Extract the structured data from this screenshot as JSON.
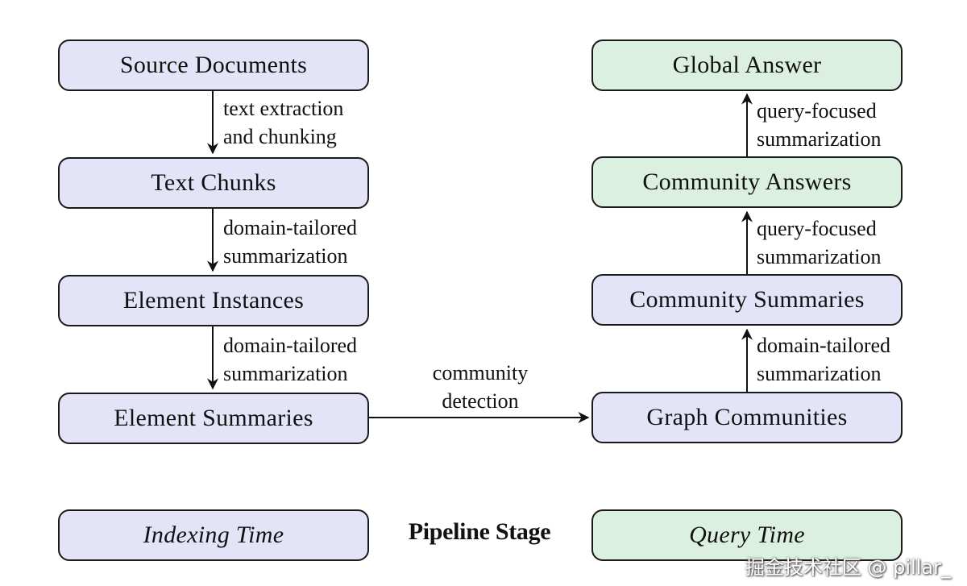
{
  "indexing": {
    "nodes": {
      "source_documents": "Source Documents",
      "text_chunks": "Text Chunks",
      "element_instances": "Element Instances",
      "element_summaries": "Element Summaries"
    },
    "edges": {
      "extraction_line1": "text extraction",
      "extraction_line2": "and chunking",
      "summarize1_line1": "domain-tailored",
      "summarize1_line2": "summarization",
      "summarize2_line1": "domain-tailored",
      "summarize2_line2": "summarization"
    }
  },
  "bridge": {
    "line1": "community",
    "line2": "detection"
  },
  "query": {
    "nodes": {
      "global_answer": "Global Answer",
      "community_answers": "Community Answers",
      "community_summaries": "Community Summaries",
      "graph_communities": "Graph Communities"
    },
    "edges": {
      "focus1_line1": "query-focused",
      "focus1_line2": "summarization",
      "focus2_line1": "query-focused",
      "focus2_line2": "summarization",
      "summarize_line1": "domain-tailored",
      "summarize_line2": "summarization"
    }
  },
  "legend": {
    "indexing_time": "Indexing Time",
    "pipeline_stage": "Pipeline Stage",
    "query_time": "Query Time"
  },
  "watermark": "掘金技术社区 @ pillar_",
  "colors": {
    "indexing_fill": "#e4e4f8",
    "query_fill": "#dcf0e2",
    "stroke": "#1a1a1a"
  }
}
